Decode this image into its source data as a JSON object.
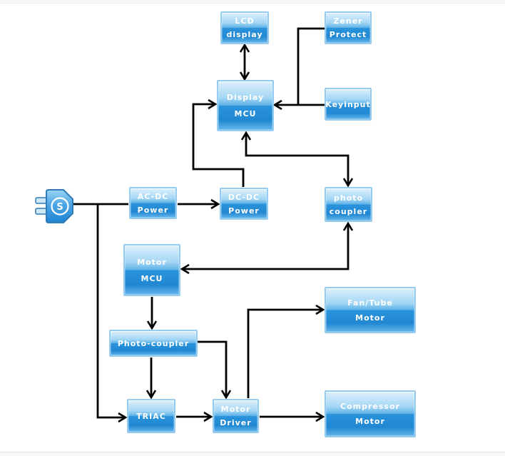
{
  "diagram": {
    "type": "block-diagram",
    "description": "Appliance control system block diagram with glossy blue nodes and black arrowed connectors",
    "nodes": {
      "plug": {
        "label": "S"
      },
      "lcd": {
        "line1": "LCD",
        "line2": "display"
      },
      "zener": {
        "line1": "Zener",
        "line2": "Protect"
      },
      "display_mcu": {
        "line1": "Display",
        "line2": "MCU"
      },
      "keyinput": {
        "line1": "Keyinput"
      },
      "acdc": {
        "line1": "AC-DC",
        "line2": "Power"
      },
      "dcdc": {
        "line1": "DC-DC",
        "line2": "Power"
      },
      "photo_coupler_upper": {
        "line1": "photo",
        "line2": "coupler"
      },
      "motor_mcu": {
        "line1": "Motor",
        "line2": "MCU"
      },
      "photo_coupler_lower": {
        "line1": "Photo-coupler"
      },
      "triac": {
        "line1": "TRIAC"
      },
      "motor_driver": {
        "line1": "Motor",
        "line2": "Driver"
      },
      "fan_tube": {
        "line1": "Fan/Tube",
        "line2": "Motor"
      },
      "compressor": {
        "line1": "Compressor",
        "line2": "Motor"
      }
    },
    "edges": [
      {
        "from": "lcd-display",
        "to": "display-mcu",
        "direction": "both"
      },
      {
        "from": "zener-protect",
        "to": "display-mcu",
        "direction": "to"
      },
      {
        "from": "keyinput",
        "to": "display-mcu",
        "direction": "to"
      },
      {
        "from": "dc-dc-power",
        "to": "display-mcu",
        "direction": "to"
      },
      {
        "from": "display-mcu",
        "to": "photo-coupler-upper",
        "direction": "both"
      },
      {
        "from": "power-plug",
        "to": "ac-dc-power",
        "direction": "none"
      },
      {
        "from": "ac-dc-power",
        "to": "dc-dc-power",
        "direction": "to"
      },
      {
        "from": "power-plug",
        "to": "triac",
        "direction": "to"
      },
      {
        "from": "photo-coupler-upper",
        "to": "motor-mcu",
        "direction": "both"
      },
      {
        "from": "motor-mcu",
        "to": "photo-coupler-lower",
        "direction": "to"
      },
      {
        "from": "photo-coupler-lower",
        "to": "triac",
        "direction": "to"
      },
      {
        "from": "photo-coupler-lower",
        "to": "motor-driver",
        "direction": "to"
      },
      {
        "from": "triac",
        "to": "motor-driver",
        "direction": "to"
      },
      {
        "from": "motor-driver",
        "to": "fan-tube-motor",
        "direction": "to"
      },
      {
        "from": "motor-driver",
        "to": "compressor-motor",
        "direction": "to"
      }
    ],
    "colors": {
      "box_gradient_top": "#ddf0fc",
      "box_gradient_mid": "#2a93db",
      "box_gradient_bottom": "#64b6ea",
      "box_border": "#94cbee",
      "wire": "#000000",
      "text": "#ffffff",
      "plug_border": "#2f7cb8",
      "background": "#ffffff"
    }
  }
}
